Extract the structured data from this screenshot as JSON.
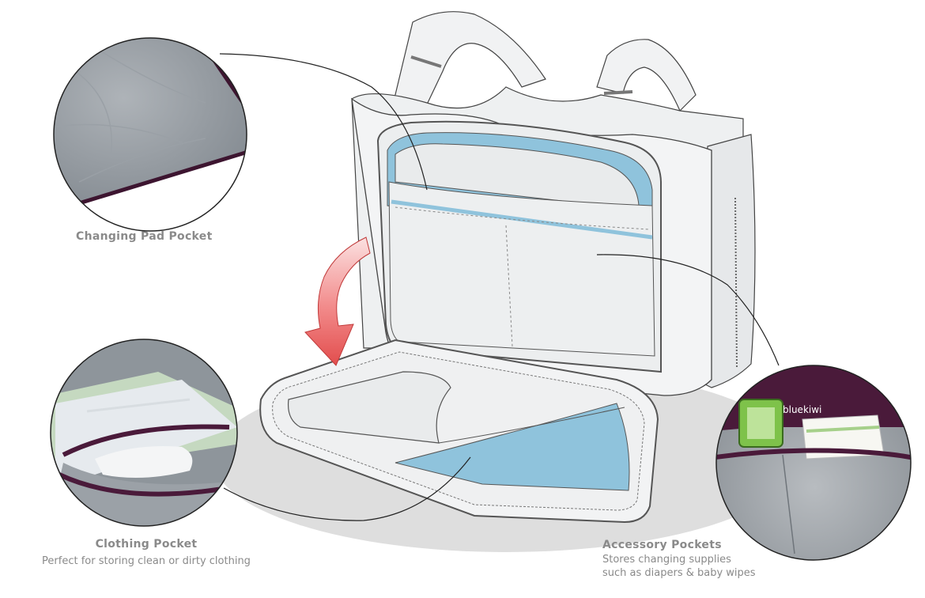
{
  "callouts": {
    "changing_pad": {
      "title": "Changing Pad Pocket"
    },
    "clothing": {
      "title": "Clothing Pocket",
      "description": "Perfect for storing clean or dirty clothing"
    },
    "accessory": {
      "title": "Accessory Pockets",
      "description_line1": "Stores changing supplies",
      "description_line2": "such as diapers & baby wipes"
    }
  },
  "brand": {
    "logo_text": "bluekiwi"
  },
  "colors": {
    "pocket_blue": "#8fc3dc",
    "arrow_red": "#ee6666",
    "lining_purple": "#4a1a3a",
    "bag_white": "#f3f4f5",
    "shadow_gray": "#dcdcdc",
    "caption_gray": "#8a8a8a"
  },
  "icons": [
    "rotate-down-arrow-icon"
  ]
}
